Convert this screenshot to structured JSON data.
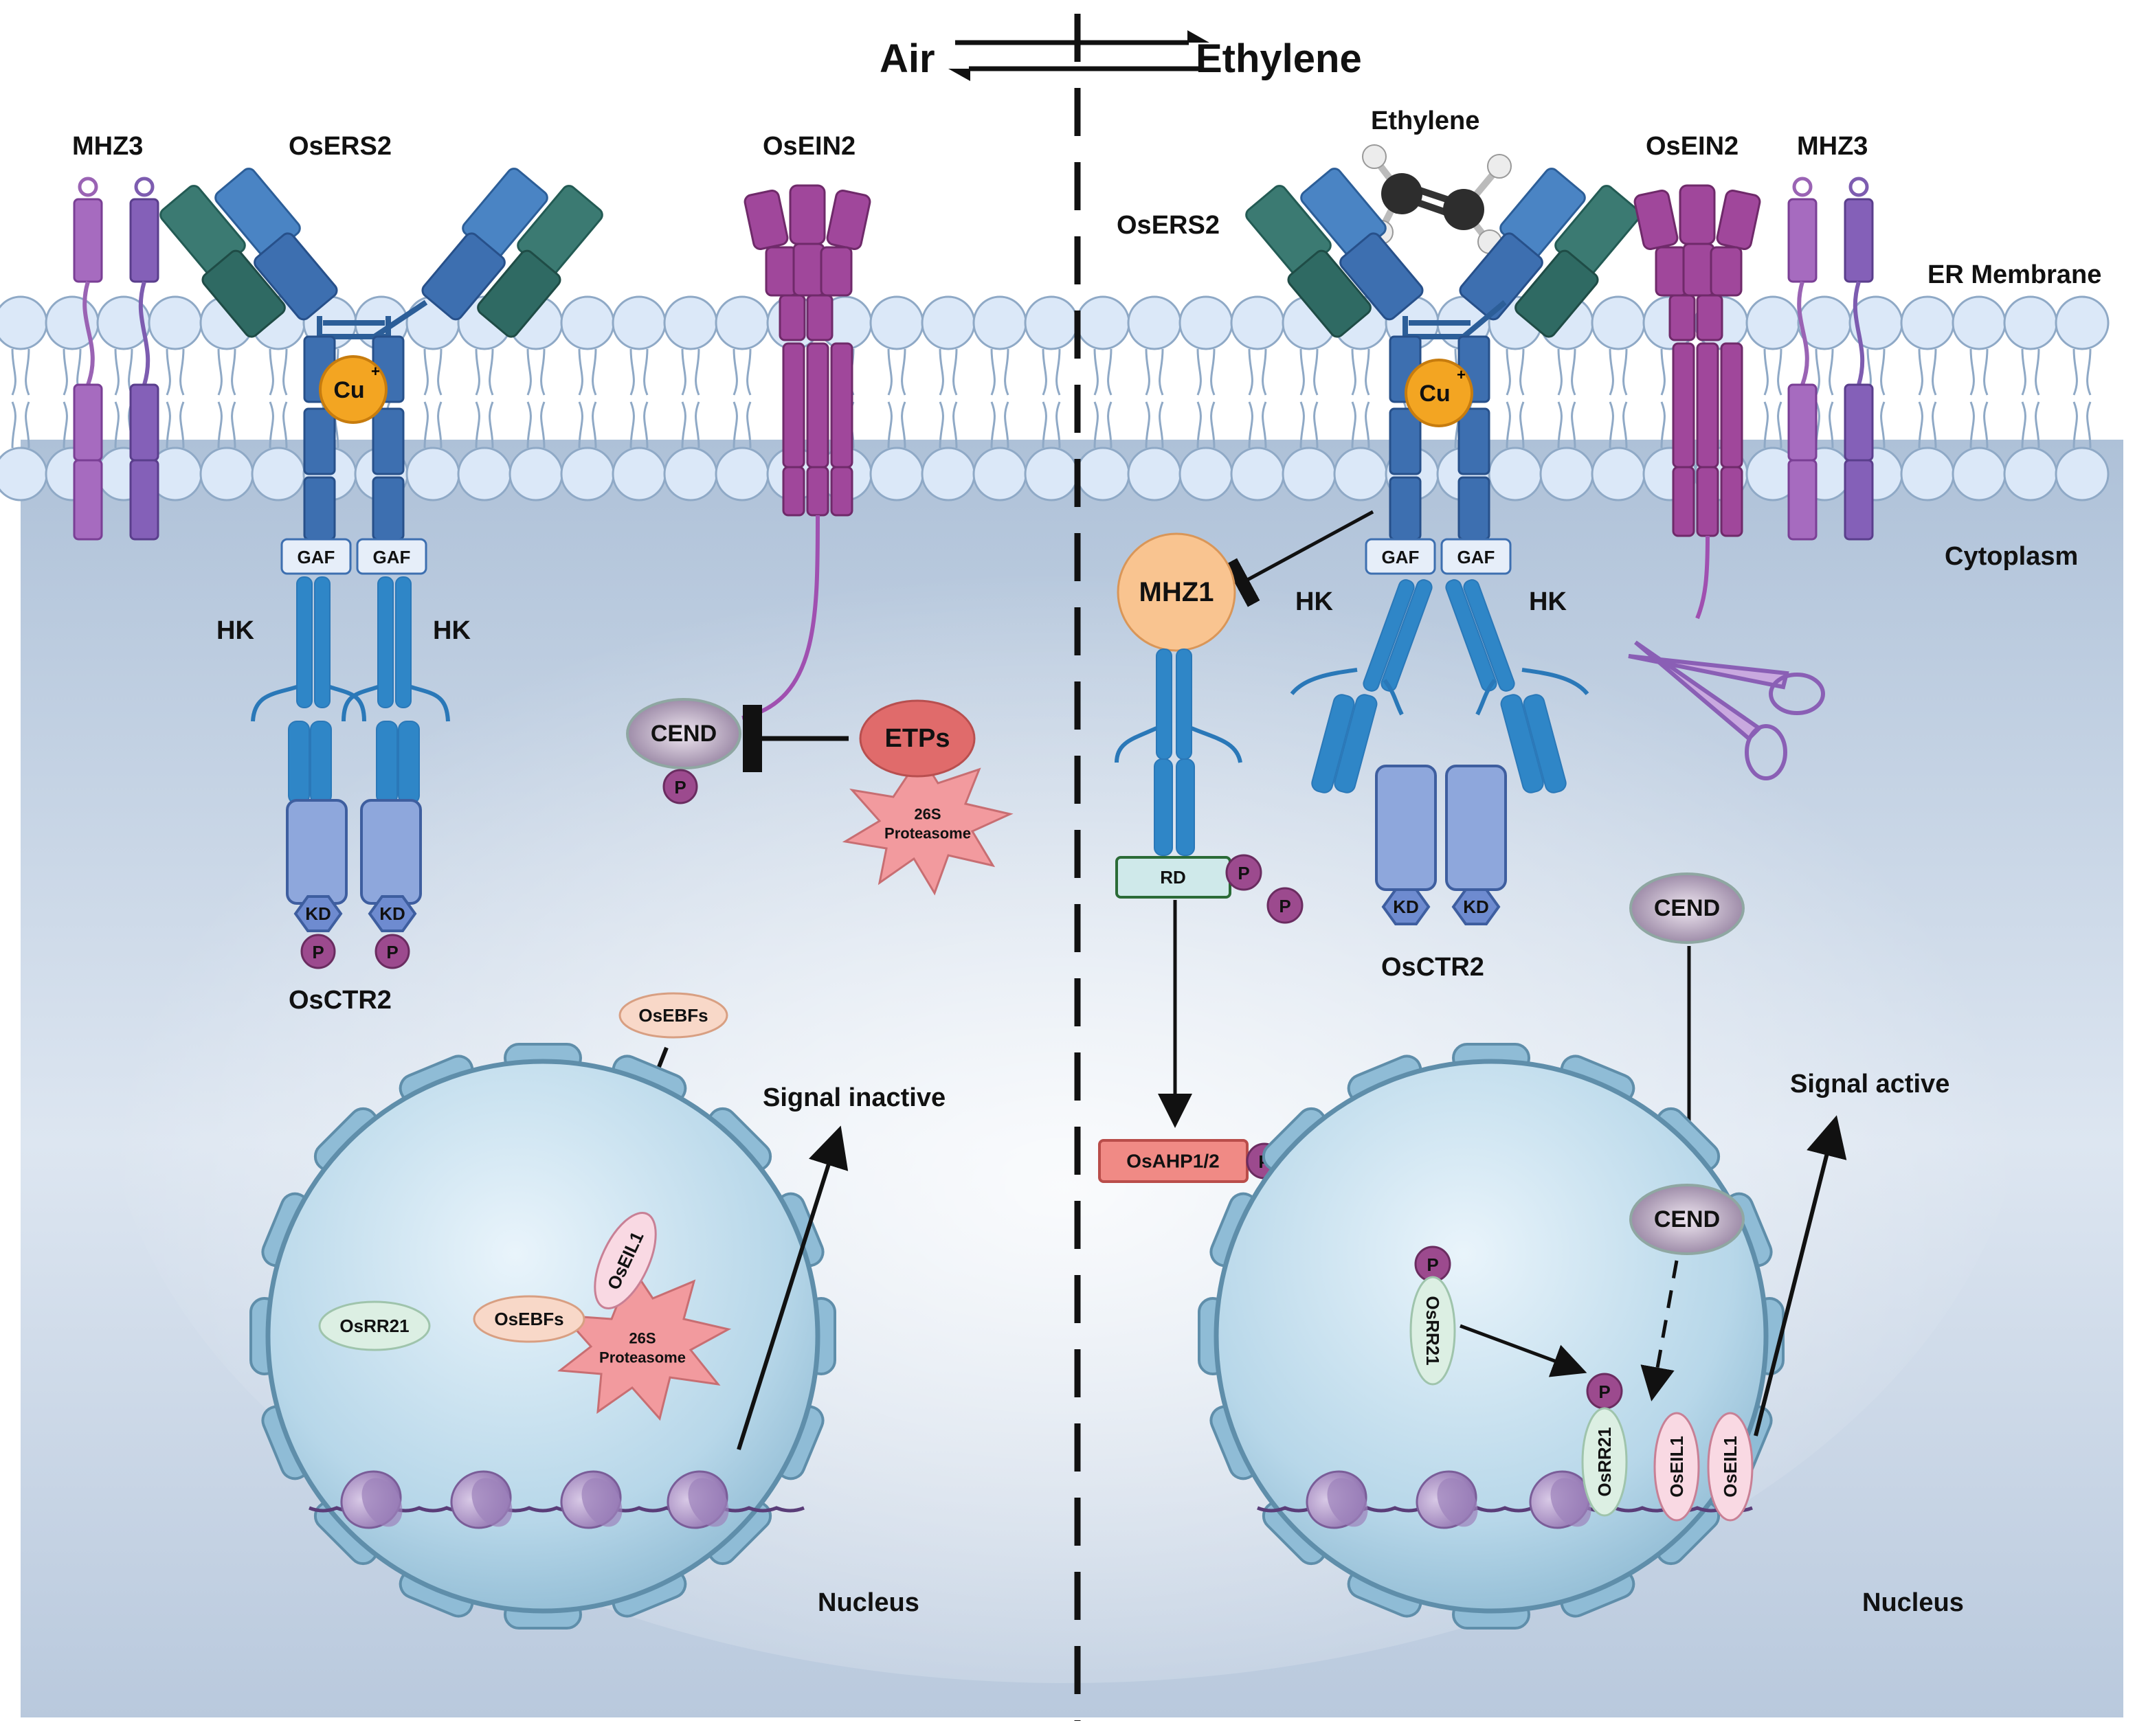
{
  "header": {
    "left": "Air",
    "right": "Ethylene"
  },
  "regions": {
    "membrane": "ER Membrane",
    "cytoplasm": "Cytoplasm",
    "nucleus": "Nucleus"
  },
  "left": {
    "mhz3": "MHZ3",
    "osers2": "OsERS2",
    "osein2": "OsEIN2",
    "cu": "Cu",
    "cu_sup": "+",
    "gaf": "GAF",
    "hk": "HK",
    "kd": "KD",
    "p": "P",
    "osctr2": "OsCTR2",
    "cend": "CEND",
    "etps": "ETPs",
    "proteasome_top": "26S",
    "proteasome_bottom": "Proteasome",
    "osebfs": "OsEBFs",
    "oseil1": "OsEIL1",
    "osrr21": "OsRR21",
    "signal": "Signal inactive"
  },
  "right": {
    "ethylene": "Ethylene",
    "osers2": "OsERS2",
    "osein2": "OsEIN2",
    "mhz3": "MHZ3",
    "cu": "Cu",
    "cu_sup": "+",
    "gaf": "GAF",
    "hk": "HK",
    "kd": "KD",
    "osctr2": "OsCTR2",
    "mhz1": "MHZ1",
    "rd": "RD",
    "p": "P",
    "osahp": "OsAHP1/2",
    "cend": "CEND",
    "osrr21": "OsRR21",
    "oseil1": "OsEIL1",
    "signal": "Signal active"
  },
  "colors": {
    "cytoplasm": "#bccde0",
    "lipid": "#dbe8f8",
    "receptor_blue": "#3d6fb0",
    "receptor_green": "#3b7a72",
    "ein2_purple": "#a0479b",
    "mhz3_purple": "#8a5fb5",
    "copper": "#f3a522",
    "phospho": "#9c4a8e",
    "proteasome": "#f29a9e",
    "nucleus": "#a9cde2"
  }
}
